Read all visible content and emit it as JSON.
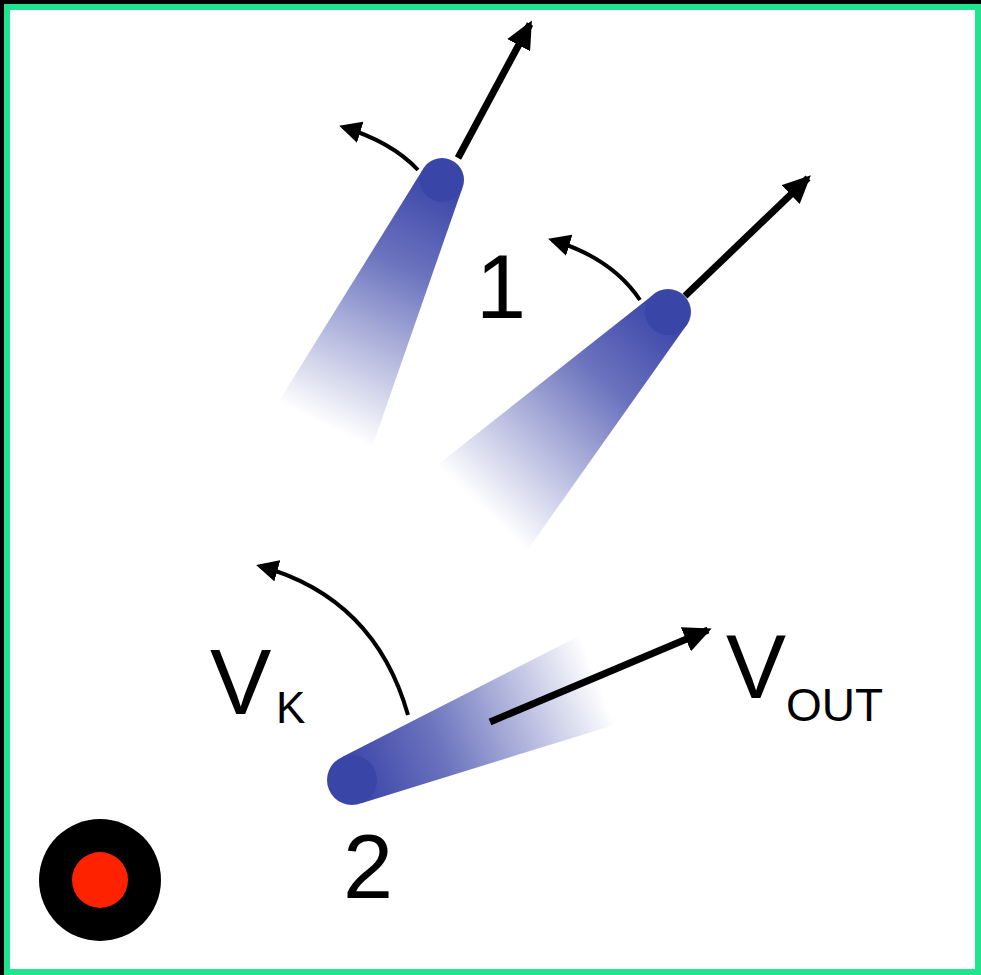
{
  "diagram": {
    "labels": [
      "1",
      "V",
      "K",
      "V",
      "OUT",
      "2"
    ]
  }
}
